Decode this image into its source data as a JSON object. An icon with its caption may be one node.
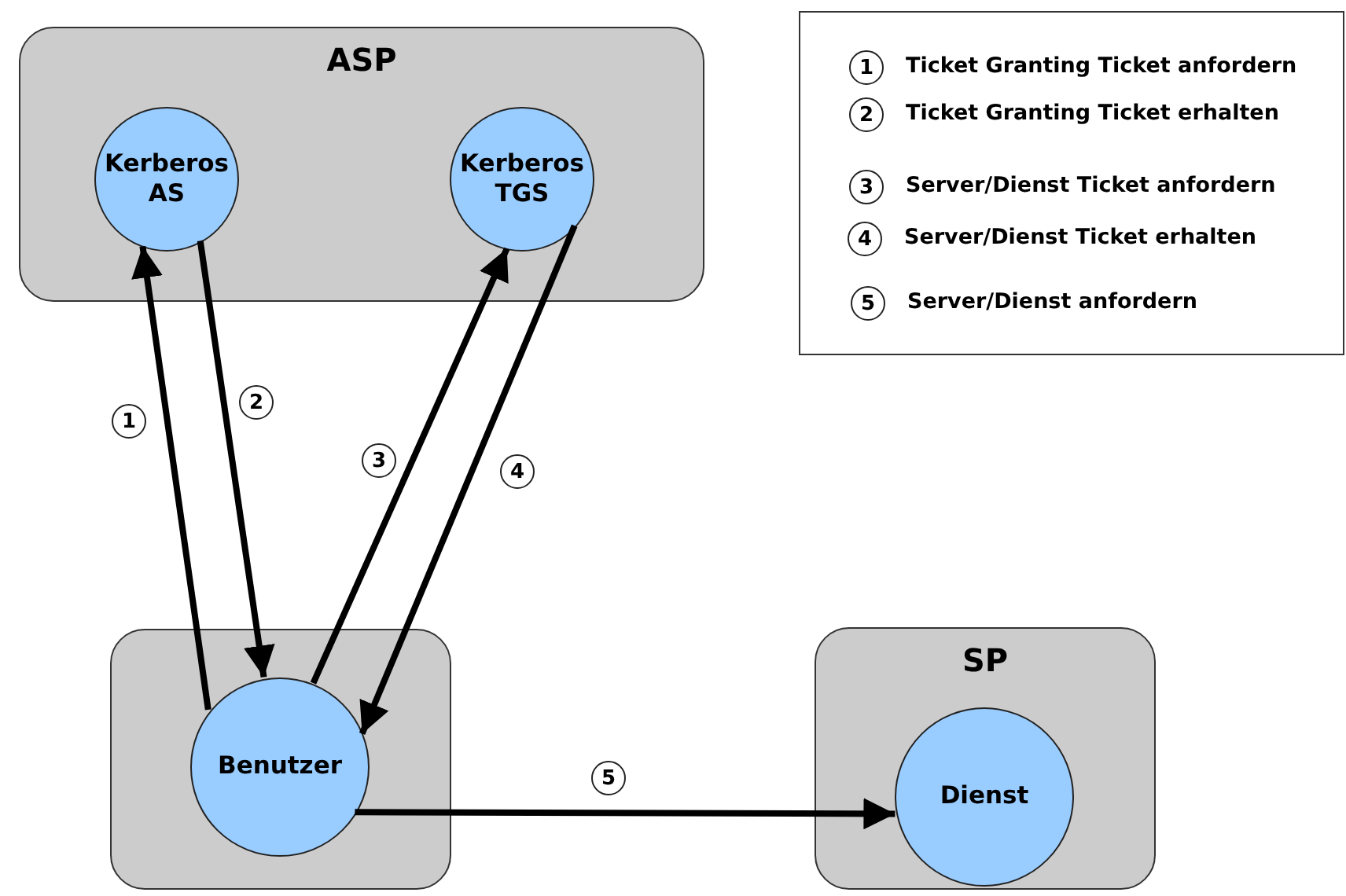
{
  "diagram": {
    "nodes": [
      {
        "text": [
          "ASP"
        ]
      },
      {
        "text": [
          "Kerberos AS"
        ],
        "in": 0
      },
      {
        "text": [
          "Kerberos TGS"
        ],
        "in": 0
      },
      {
        "text": [],
        "shape": "box"
      },
      {
        "text": [
          "Benutzer"
        ],
        "in": 3
      },
      {
        "text": [
          "SP"
        ]
      },
      {
        "text": [
          "Dienst"
        ],
        "in": 5
      }
    ],
    "edges": [
      {
        "from": 4,
        "to": 1,
        "arrow": "to",
        "label": "1"
      },
      {
        "from": 1,
        "to": 4,
        "arrow": "to",
        "label": "2"
      },
      {
        "from": 4,
        "to": 2,
        "arrow": "to",
        "label": "3"
      },
      {
        "from": 2,
        "to": 4,
        "arrow": "to",
        "label": "4"
      },
      {
        "from": 4,
        "to": 6,
        "arrow": "to",
        "label": "5"
      }
    ],
    "labels": [
      "1",
      "Ticket Granting Ticket anfordern",
      "2",
      "Ticket Granting Ticket erhalten",
      "3",
      "Server/Dienst Ticket anfordern",
      "4",
      "Server/Dienst Ticket erhalten",
      "5",
      "Server/Dienst anfordern"
    ]
  }
}
